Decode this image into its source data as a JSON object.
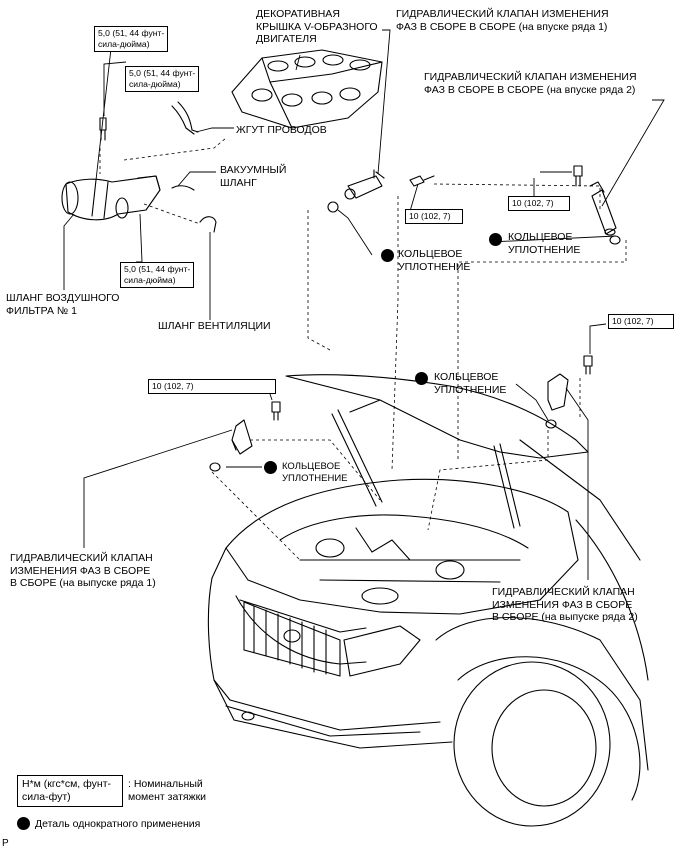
{
  "labels": {
    "engine_cover": "ДЕКОРАТИВНАЯ\nКРЫШКА V-ОБРАЗНОГО\nДВИГАТЕЛЯ",
    "valve_intake1": "ГИДРАВЛИЧЕСКИЙ КЛАПАН ИЗМЕНЕНИЯ\nФАЗ В СБОРЕ В СБОРЕ (на впуске ряда 1)",
    "valve_intake2": "ГИДРАВЛИЧЕСКИЙ КЛАПАН ИЗМЕНЕНИЯ\nФАЗ В СБОРЕ В СБОРЕ (на впуске ряда 2)",
    "wire_harness": "ЖГУТ ПРОВОДОВ",
    "vacuum_hose": "ВАКУУМНЫЙ\nШЛАНГ",
    "air_filter_hose": "ШЛАНГ ВОЗДУШНОГО\nФИЛЬТРА № 1",
    "vent_hose": "ШЛАНГ ВЕНТИЛЯЦИИ",
    "oring_1": "КОЛЬЦЕВОЕ\nУПЛОТНЕНИЕ",
    "oring_2": "КОЛЬЦЕВОЕ\nУПЛОТНЕНИЕ",
    "oring_3": "КОЛЬЦЕВОЕ\nУПЛОТНЕНИЕ",
    "oring_4": "КОЛЬЦЕВОЕ\nУПЛОТНЕНИЕ",
    "valve_exhaust1": "ГИДРАВЛИЧЕСКИЙ КЛАПАН\nИЗМЕНЕНИЯ ФАЗ В СБОРЕ\nВ СБОРЕ (на выпуске ряда 1)",
    "valve_exhaust2": "ГИДРАВЛИЧЕСКИЙ КЛАПАН\nИЗМЕНЕНИЯ ФАЗ В СБОРЕ\nВ СБОРЕ (на выпуске ряда 2)"
  },
  "torque": {
    "t1": "5,0 (51, 44 фунт-\nсила-дюйма)",
    "t2": "5,0 (51, 44 фунт-\nсила-дюйма)",
    "t3": "5,0 (51, 44 фунт-\nсила-дюйма)",
    "t4": "10 (102, 7)",
    "t5": "10 (102, 7)",
    "t6": "10 (102, 7)",
    "t7": "10 (102, 7)"
  },
  "legend": {
    "unit_box": "Н*м (кгс*см, фунт-\nсила-фут)",
    "unit_desc": ": Номинальный\nмомент затяжки",
    "single_use": "Деталь однократного применения"
  },
  "footer": {
    "code": "P"
  }
}
